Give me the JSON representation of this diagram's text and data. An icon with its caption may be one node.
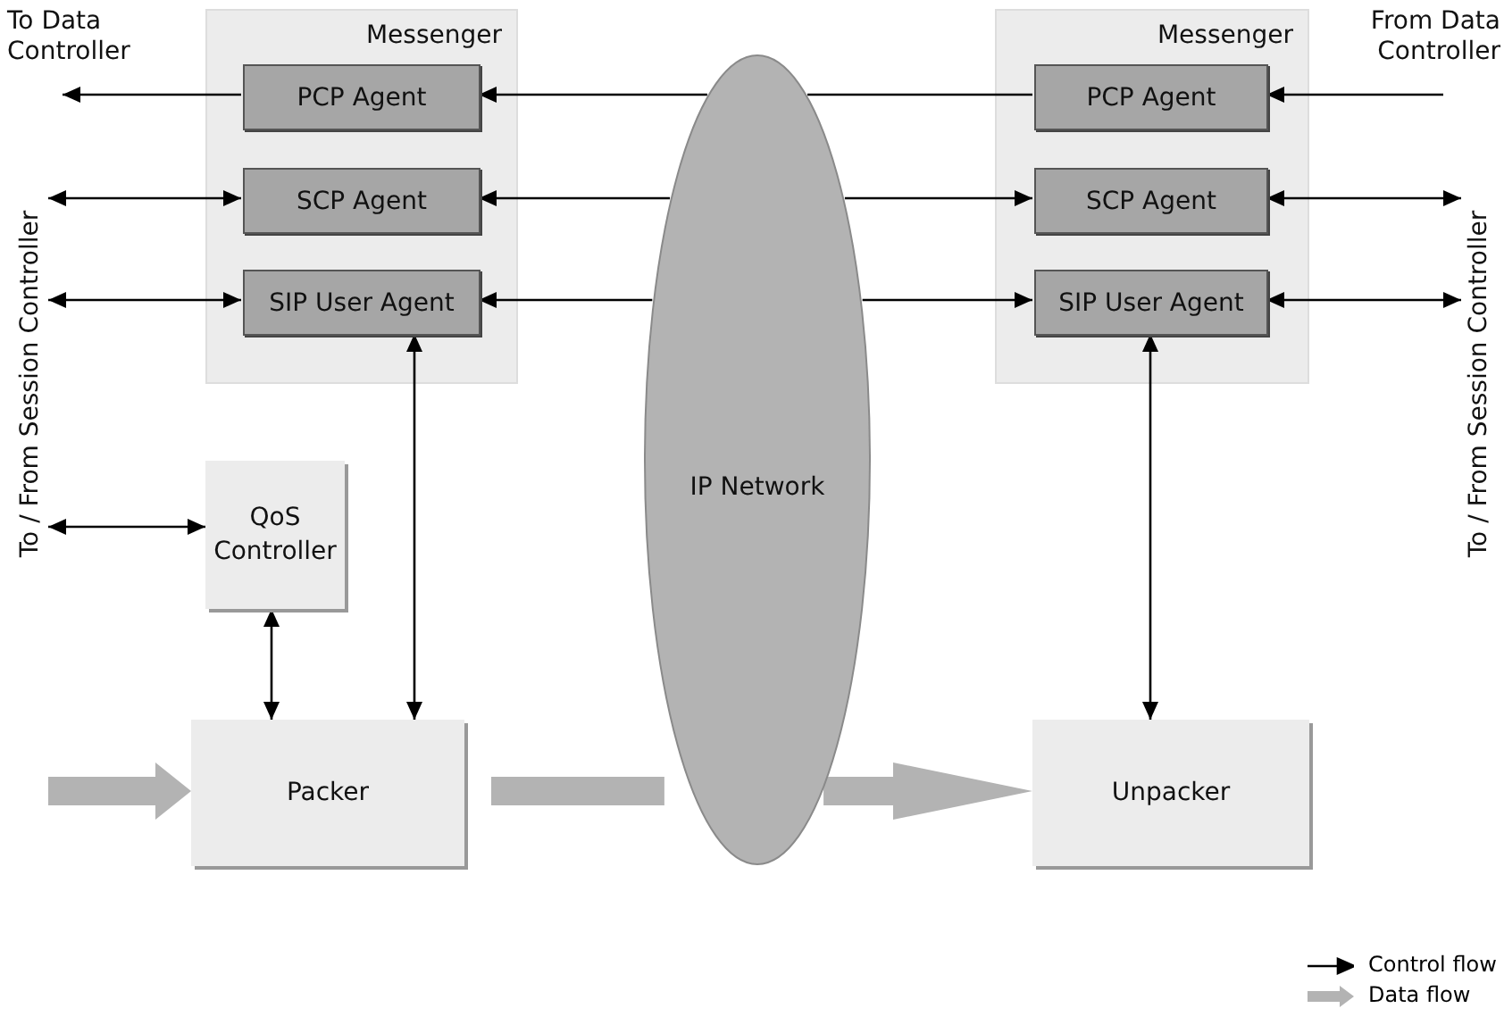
{
  "diagram": {
    "nodes": [
      {
        "text": [
          "Messenger"
        ]
      },
      {
        "text": [
          "PCP Agent"
        ],
        "in": 0
      },
      {
        "text": [
          "SCP Agent"
        ],
        "in": 0
      },
      {
        "text": [
          "SIP User Agent"
        ],
        "in": 0
      },
      {
        "text": [
          "Messenger"
        ]
      },
      {
        "text": [
          "PCP Agent"
        ],
        "in": 4
      },
      {
        "text": [
          "SCP Agent"
        ],
        "in": 4
      },
      {
        "text": [
          "SIP User Agent"
        ],
        "in": 4
      },
      {
        "text": [
          "IP Network"
        ]
      },
      {
        "text": [
          "QoS Controller"
        ]
      },
      {
        "text": [
          "Packer"
        ]
      },
      {
        "text": [
          "Unpacker"
        ]
      },
      {
        "text": [
          "To / From Session Controller"
        ]
      },
      {
        "text": [
          "To / From Session Controller"
        ]
      }
    ],
    "edges": [
      {
        "from": 1,
        "to": null,
        "arrow": "to"
      },
      {
        "from": null,
        "to": 5,
        "arrow": "to"
      },
      {
        "from": 5,
        "to": 8,
        "arrow": "none"
      },
      {
        "from": 8,
        "to": 1,
        "arrow": "to"
      },
      {
        "from": 12,
        "to": 2,
        "arrow": "both"
      },
      {
        "from": 8,
        "to": 2,
        "arrow": "to"
      },
      {
        "from": 8,
        "to": 6,
        "arrow": "to"
      },
      {
        "from": 6,
        "to": 13,
        "arrow": "both"
      },
      {
        "from": 12,
        "to": 3,
        "arrow": "both"
      },
      {
        "from": 8,
        "to": 3,
        "arrow": "to"
      },
      {
        "from": 8,
        "to": 7,
        "arrow": "to"
      },
      {
        "from": 7,
        "to": 13,
        "arrow": "both"
      },
      {
        "from": 10,
        "to": 3,
        "arrow": "both"
      },
      {
        "from": 7,
        "to": 11,
        "arrow": "both"
      },
      {
        "from": 12,
        "to": 9,
        "arrow": "both"
      },
      {
        "from": 9,
        "to": 10,
        "arrow": "both"
      },
      {
        "from": null,
        "to": 10,
        "arrow": "to",
        "style": "thick",
        "color": "#b3b3b3"
      },
      {
        "from": 10,
        "to": 8,
        "arrow": "none",
        "style": "thick",
        "color": "#b3b3b3"
      },
      {
        "from": 8,
        "to": 11,
        "arrow": "to",
        "style": "thick",
        "color": "#b3b3b3"
      }
    ],
    "labels": [
      "To Data Controller",
      "From Data Controller"
    ],
    "legend": [
      {
        "text": "Control flow"
      },
      {
        "text": "Data flow"
      }
    ]
  }
}
